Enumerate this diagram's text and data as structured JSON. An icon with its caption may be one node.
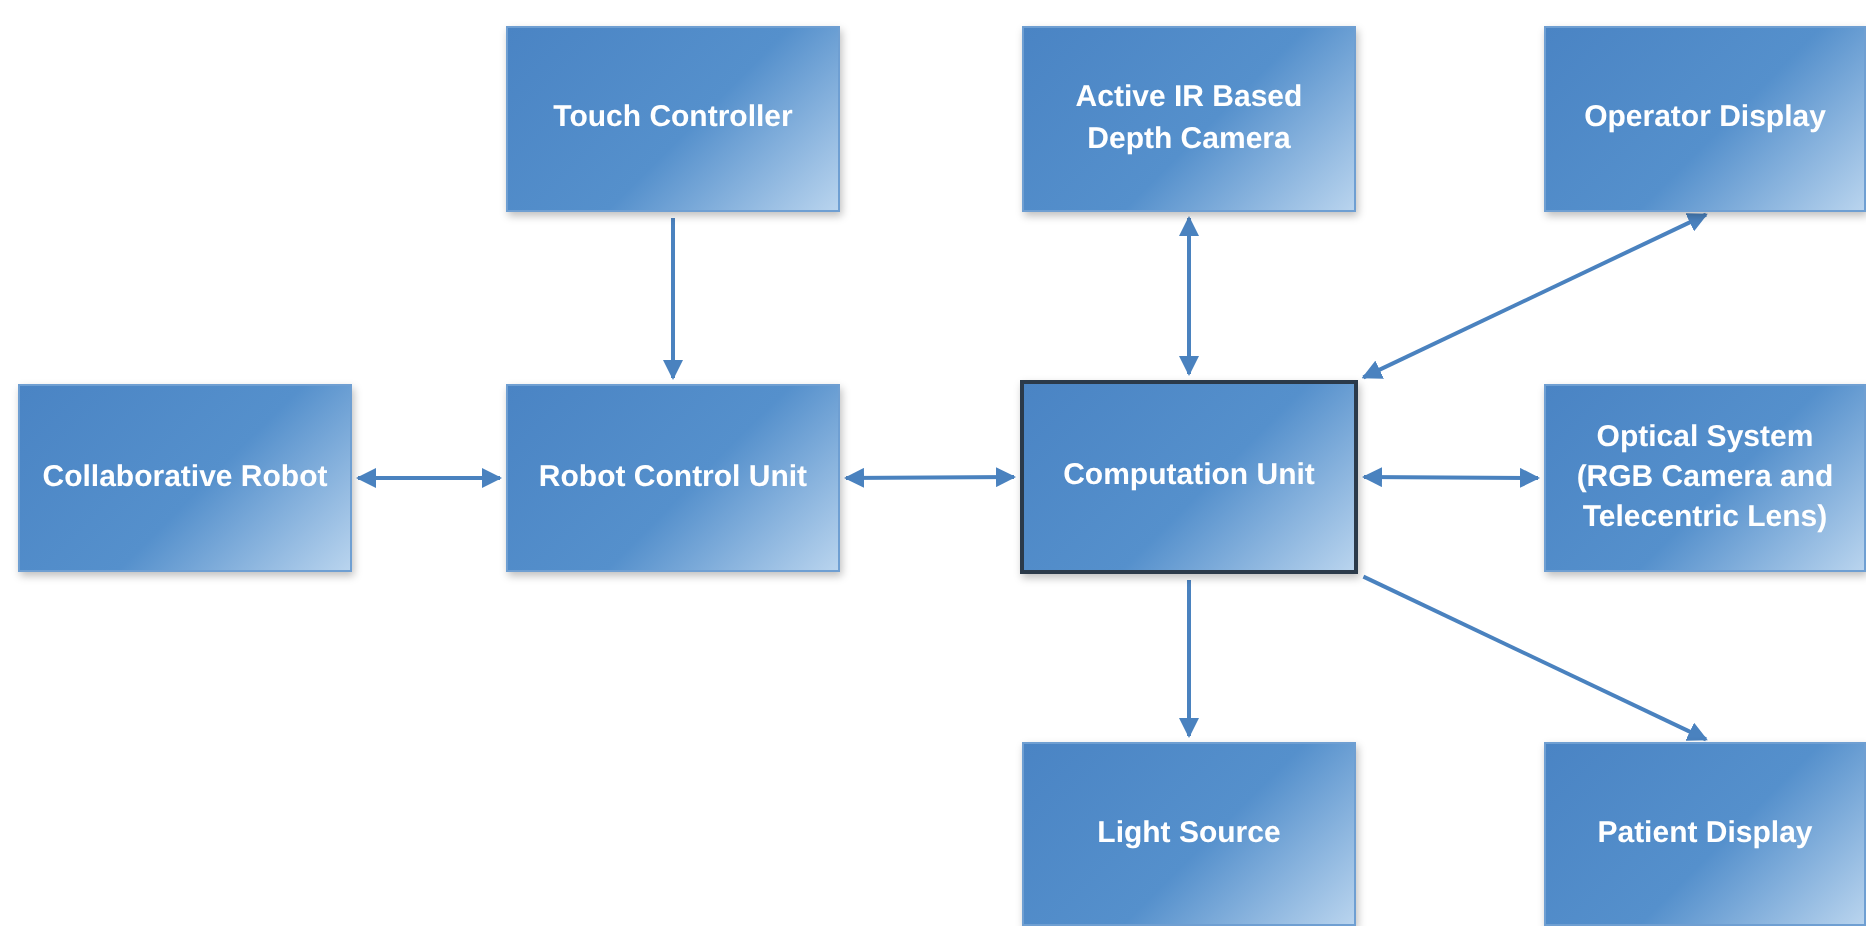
{
  "diagram": {
    "nodes": [
      {
        "text": [
          "Touch Controller"
        ]
      },
      {
        "text": [
          "Active IR Based Depth Camera"
        ]
      },
      {
        "text": [
          "Operator Display"
        ]
      },
      {
        "text": [
          "Collaborative Robot"
        ]
      },
      {
        "text": [
          "Robot Control Unit"
        ]
      },
      {
        "text": [
          "Computation Unit"
        ]
      },
      {
        "text": [
          "Optical System (RGB Camera and Telecentric Lens)"
        ]
      },
      {
        "text": [
          "Light Source"
        ]
      },
      {
        "text": [
          "Patient Display"
        ]
      }
    ],
    "edges": [
      {
        "from": 0,
        "to": 4,
        "arrow": "to"
      },
      {
        "from": 3,
        "to": 4,
        "arrow": "both"
      },
      {
        "from": 4,
        "to": 5,
        "arrow": "both"
      },
      {
        "from": 1,
        "to": 5,
        "arrow": "both"
      },
      {
        "from": 5,
        "to": 2,
        "arrow": "both"
      },
      {
        "from": 5,
        "to": 6,
        "arrow": "both"
      },
      {
        "from": 5,
        "to": 7,
        "arrow": "to"
      },
      {
        "from": 5,
        "to": 8,
        "arrow": "to"
      }
    ]
  }
}
